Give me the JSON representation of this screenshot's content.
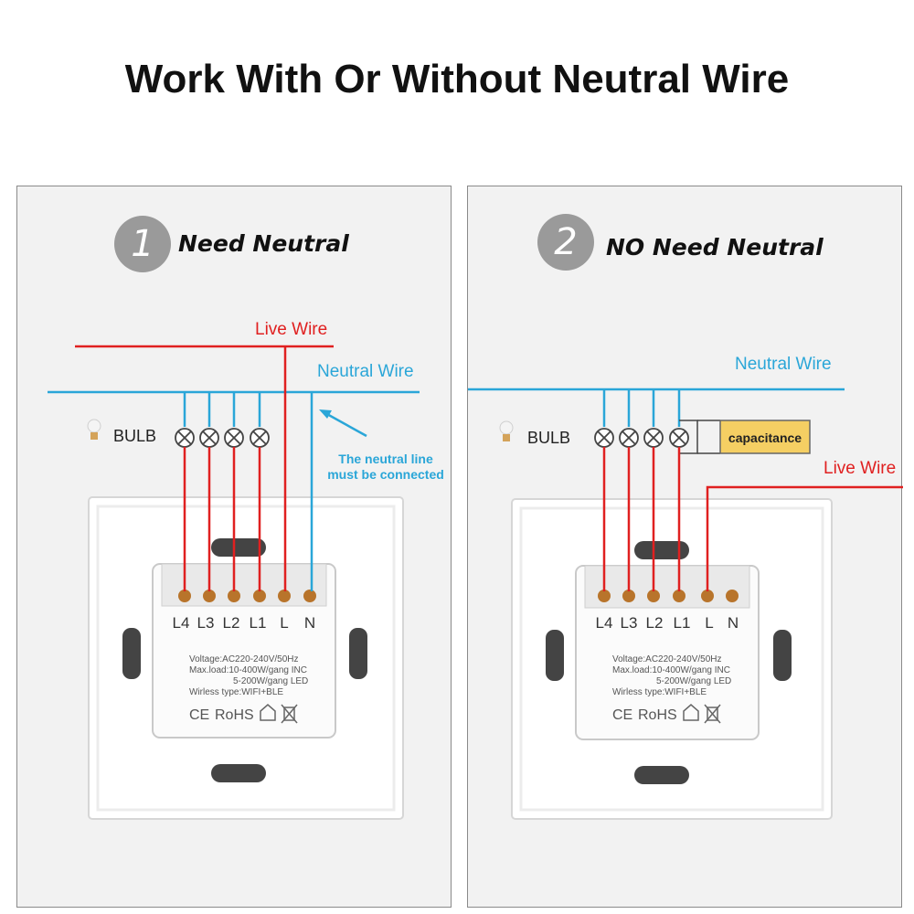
{
  "title": "Work With Or Without Neutral Wire",
  "colors": {
    "live": "#e02020",
    "neutral": "#2aa6d8",
    "capacitance_box": "#f5cf63",
    "badge": "#9a9a9a"
  },
  "left": {
    "number": "1",
    "heading": "Need Neutral",
    "live_wire_label": "Live Wire",
    "neutral_wire_label": "Neutral Wire",
    "bulb_label": "BULB",
    "note_line1": "The neutral line",
    "note_line2": "must be connected"
  },
  "right": {
    "number": "2",
    "heading": "NO Need Neutral",
    "neutral_wire_label": "Neutral Wire",
    "bulb_label": "BULB",
    "capacitance_label": "capacitance",
    "live_wire_label": "Live Wire"
  },
  "module": {
    "terminals": [
      "L4",
      "L3",
      "L2",
      "L1",
      "L",
      "N"
    ],
    "spec_voltage": "Voltage:AC220-240V/50Hz",
    "spec_maxload": "Max.load:10-400W/gang  INC",
    "spec_led": "5-200W/gang  LED",
    "spec_wireless": "Wirless type:WIFI+BLE",
    "cert_ce": "CE",
    "cert_rohs": "RoHS"
  },
  "icons": [
    "bulb-icon",
    "lamp-symbol-icon",
    "home-icon",
    "weee-bin-icon",
    "arrow-icon"
  ]
}
